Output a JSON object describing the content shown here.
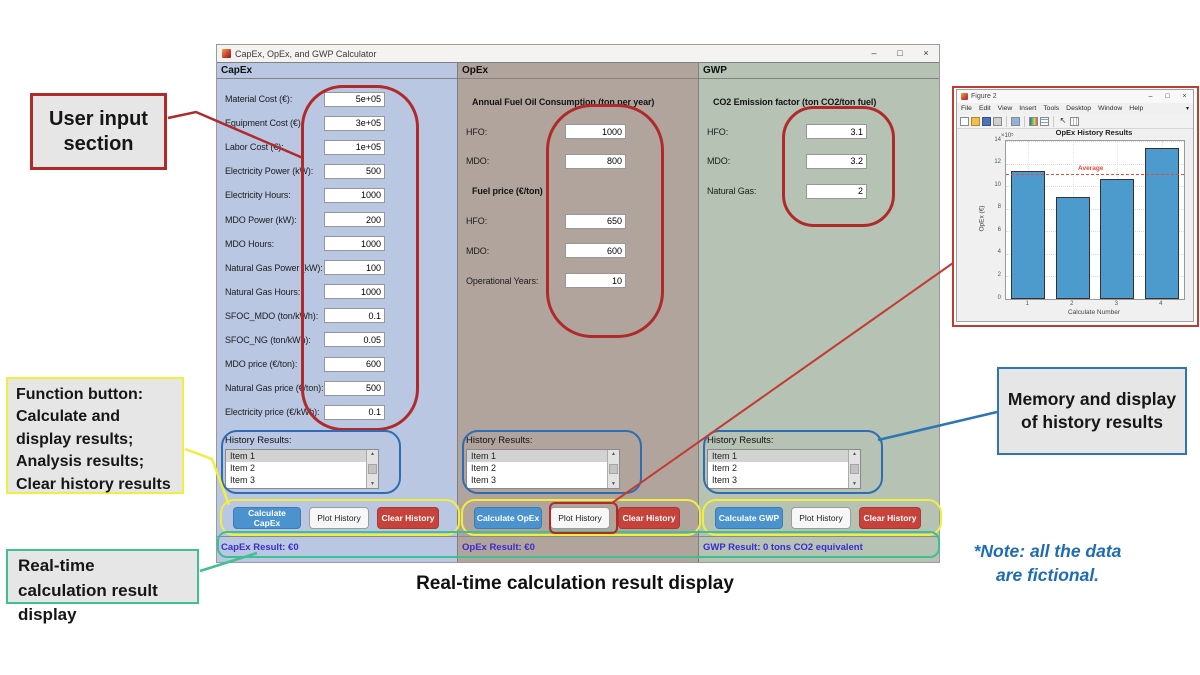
{
  "window": {
    "title": "CapEx, OpEx, and GWP Calculator",
    "controls": [
      {
        "name": "minimize",
        "glyph": "–"
      },
      {
        "name": "maximize",
        "glyph": "□"
      },
      {
        "name": "close",
        "glyph": "×"
      }
    ]
  },
  "panels": [
    {
      "id": "capex",
      "header": "CapEx",
      "rows": [
        {
          "type": "field",
          "label": "Material Cost (€):",
          "value": "5e+05"
        },
        {
          "type": "field",
          "label": "Equipment Cost (€):",
          "value": "3e+05"
        },
        {
          "type": "field",
          "label": "Labor Cost (€):",
          "value": "1e+05"
        },
        {
          "type": "field",
          "label": "Electricity Power (kW):",
          "value": "500"
        },
        {
          "type": "field",
          "label": "Electricity Hours:",
          "value": "1000"
        },
        {
          "type": "field",
          "label": "MDO Power (kW):",
          "value": "200"
        },
        {
          "type": "field",
          "label": "MDO Hours:",
          "value": "1000"
        },
        {
          "type": "field",
          "label": "Natural Gas Power (kW):",
          "value": "100"
        },
        {
          "type": "field",
          "label": "Natural Gas Hours:",
          "value": "1000"
        },
        {
          "type": "field",
          "label": "SFOC_MDO (ton/kWh):",
          "value": "0.1"
        },
        {
          "type": "field",
          "label": "SFOC_NG (ton/kWh):",
          "value": "0.05"
        },
        {
          "type": "field",
          "label": "MDO price (€/ton):",
          "value": "600"
        },
        {
          "type": "field",
          "label": "Natural Gas price (€/ton):",
          "value": "500"
        },
        {
          "type": "field",
          "label": "Electricity price (€/kWh):",
          "value": "0.1"
        }
      ],
      "history_label": "History Results:",
      "history_items": [
        "Item 1",
        "Item 2",
        "Item 3"
      ],
      "buttons": [
        {
          "label": "Calculate CapEx",
          "style": "primary"
        },
        {
          "label": "Plot History",
          "style": "default"
        },
        {
          "label": "Clear History",
          "style": "danger"
        }
      ],
      "result": "CapEx Result: €0"
    },
    {
      "id": "opex",
      "header": "OpEx",
      "rows": [
        {
          "type": "heading",
          "label": "Annual Fuel Oil Consumption (ton per year)"
        },
        {
          "type": "field",
          "label": "HFO:",
          "value": "1000"
        },
        {
          "type": "field",
          "label": "MDO:",
          "value": "800"
        },
        {
          "type": "heading",
          "label": "Fuel price (€/ton)"
        },
        {
          "type": "field",
          "label": "HFO:",
          "value": "650"
        },
        {
          "type": "field",
          "label": "MDO:",
          "value": "600"
        },
        {
          "type": "field",
          "label": "Operational Years:",
          "value": "10"
        }
      ],
      "history_label": "History Results:",
      "history_items": [
        "Item 1",
        "Item 2",
        "Item 3"
      ],
      "buttons": [
        {
          "label": "Calculate OpEx",
          "style": "primary"
        },
        {
          "label": "Plot History",
          "style": "default"
        },
        {
          "label": "Clear History",
          "style": "danger"
        }
      ],
      "result": "OpEx Result: €0"
    },
    {
      "id": "gwp",
      "header": "GWP",
      "rows": [
        {
          "type": "heading",
          "label": "CO2 Emission factor (ton CO2/ton fuel)"
        },
        {
          "type": "field",
          "label": "HFO:",
          "value": "3.1"
        },
        {
          "type": "field",
          "label": "MDO:",
          "value": "3.2"
        },
        {
          "type": "field",
          "label": "Natural Gas:",
          "value": "2"
        }
      ],
      "history_label": "History Results:",
      "history_items": [
        "Item 1",
        "Item 2",
        "Item 3"
      ],
      "buttons": [
        {
          "label": "Calculate GWP",
          "style": "primary"
        },
        {
          "label": "Plot History",
          "style": "default"
        },
        {
          "label": "Clear History",
          "style": "danger"
        }
      ],
      "result": "GWP Result: 0 tons CO2 equivalent"
    }
  ],
  "figure": {
    "title": "Figure 2",
    "menu": [
      "File",
      "Edit",
      "View",
      "Insert",
      "Tools",
      "Desktop",
      "Window",
      "Help"
    ],
    "menu_overflow_glyph": "▾",
    "toolbar_icons": [
      "new-figure",
      "open-file",
      "save-figure",
      "print-figure",
      "link-plot",
      "insert-colorbar",
      "insert-legend",
      "edit-plot",
      "property-inspector"
    ],
    "controls": [
      {
        "name": "minimize",
        "glyph": "–"
      },
      {
        "name": "maximize",
        "glyph": "□"
      },
      {
        "name": "close",
        "glyph": "×"
      }
    ]
  },
  "chart_data": {
    "type": "bar",
    "title": "OpEx History Results",
    "xlabel": "Calculate Number",
    "ylabel": "OpEx (€)",
    "y_multiplier_label": "×10⁵",
    "categories": [
      "1",
      "2",
      "3",
      "4"
    ],
    "values": [
      11.3,
      9.05,
      10.6,
      13.4
    ],
    "ylim": [
      0,
      14
    ],
    "yticks": [
      0,
      2,
      4,
      6,
      8,
      10,
      12,
      14
    ],
    "grid": true,
    "legend_position": "none",
    "bar_color": "#4d9bcc",
    "bar_edge_color": "#333333",
    "average_line": {
      "value": 11.09,
      "label": "Average",
      "color": "#e8483e",
      "style": "dashed"
    }
  },
  "callouts": {
    "user_input": "User input section",
    "function_button": "Function button:\nCalculate and display results;\nAnalysis results;\nClear history results",
    "realtime": "Real-time calculation result display",
    "memory": "Memory and display of history results",
    "caption": "Real-time calculation result display",
    "note": "*Note: all the data\nare fictional."
  },
  "colors": {
    "panel_capex": "#b9c7e2",
    "panel_opex": "#b1a49d",
    "panel_gwp": "#b5c2b4",
    "button_primary": "#4a93cf",
    "button_danger": "#c8423c",
    "result_text": "#3c2bd0",
    "annotation_red": "#b02a2a",
    "annotation_yellow": "#f2ee3e",
    "annotation_blue": "#2e6db4",
    "annotation_green": "#3fbf92",
    "note_blue": "#1e6cb5"
  }
}
